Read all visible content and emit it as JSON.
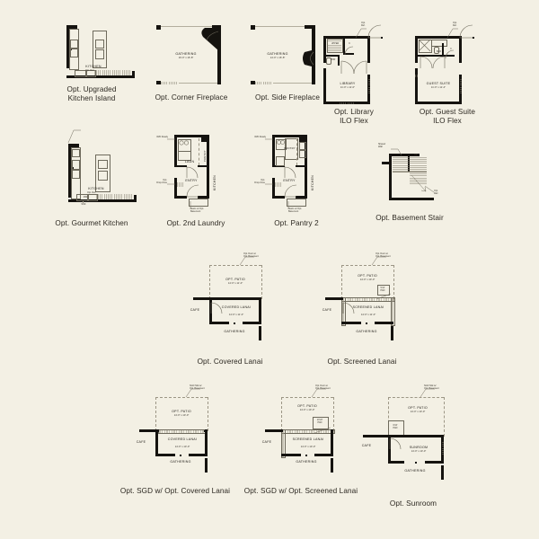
{
  "sheet": {
    "background_color": "#f3f0e4",
    "ink_color": "#15130f",
    "title": ""
  },
  "options": [
    {
      "id": "upgraded-kitchen-island",
      "caption": "Opt. Upgraded\nKitchen Island",
      "rooms": [
        {
          "label": "KITCHEN",
          "dim": ""
        }
      ],
      "notes": [
        "Opt. Ref."
      ]
    },
    {
      "id": "corner-fireplace",
      "caption": "Opt. Corner Fireplace",
      "rooms": [
        {
          "label": "GATHERING",
          "dim": "16'-0\" x 16'-8\""
        }
      ],
      "notes": []
    },
    {
      "id": "side-fireplace",
      "caption": "Opt. Side Fireplace",
      "rooms": [
        {
          "label": "GATHERING",
          "dim": "14'-0\" x 16'-8\""
        }
      ],
      "notes": []
    },
    {
      "id": "library-ilo-flex",
      "caption": "Opt. Library\nILO Flex",
      "rooms": [
        {
          "label": "LIBRARY",
          "dim": "11'-0\" x 11'-0\""
        }
      ],
      "notes": [
        "Opt.\nRef.",
        "UPPER",
        "C",
        "PDR"
      ]
    },
    {
      "id": "guest-suite-ilo-flex",
      "caption": "Opt. Guest Suite\nILO Flex",
      "rooms": [
        {
          "label": "GUEST SUITE",
          "dim": "11'-0\" x 11'-4\""
        }
      ],
      "notes": [
        "Opt.\nRef.",
        "Bath",
        "C"
      ]
    },
    {
      "id": "gourmet-kitchen",
      "caption": "Opt. Gourmet Kitchen",
      "rooms": [
        {
          "label": "KITCHEN",
          "dim": ""
        }
      ],
      "notes": [
        "Opt. Ref.",
        "MW",
        "SNK"
      ]
    },
    {
      "id": "second-laundry",
      "caption": "Opt. 2nd Laundry",
      "rooms": [
        {
          "label": "LAUN",
          "dim": ""
        },
        {
          "label": "ENTRY",
          "dim": ""
        },
        {
          "label": "KITCHEN",
          "dim": ""
        }
      ],
      "notes": [
        "W/D Ready",
        "Opt.\nDrop Zone",
        "Stairs w/ Opt.\nBasement"
      ]
    },
    {
      "id": "pantry-2",
      "caption": "Opt. Pantry 2",
      "rooms": [
        {
          "label": "PANTRY\n2",
          "dim": ""
        },
        {
          "label": "ENTRY",
          "dim": ""
        },
        {
          "label": "KITCHEN",
          "dim": ""
        }
      ],
      "notes": [
        "W/D Ready",
        "Opt.\nDrop Zone",
        "Stairs w/ Opt.\nBasement"
      ]
    },
    {
      "id": "basement-stair",
      "caption": "Opt. Basement Stair",
      "rooms": [],
      "notes": [
        "Shared\nWall",
        "UP",
        "Opt.\nRail"
      ]
    },
    {
      "id": "covered-lanai",
      "caption": "Opt. Covered Lanai",
      "rooms": [
        {
          "label": "OPT. PATIO",
          "dim": "14'-0\" x 11'-0\""
        },
        {
          "label": "COVERED\nLANAI",
          "dim": "14'-0\" x 11'-0\""
        },
        {
          "label": "CAFE",
          "dim": ""
        },
        {
          "label": "GATHERING",
          "dim": ""
        }
      ],
      "notes": [
        "Opt. Door at\nOpt. Basement"
      ]
    },
    {
      "id": "screened-lanai",
      "caption": "Opt. Screened Lanai",
      "rooms": [
        {
          "label": "OPT. PATIO",
          "dim": "14'-0\" x 10'-0\""
        },
        {
          "label": "SCREENED\nLANAI",
          "dim": "14'-0\" x 11'-0\""
        },
        {
          "label": "CAFE",
          "dim": ""
        },
        {
          "label": "GATHERING",
          "dim": ""
        }
      ],
      "notes": [
        "Opt. Door at\nOpt. Basement",
        "5'x6'\nPAD"
      ]
    },
    {
      "id": "sgd-covered-lanai",
      "caption": "Opt. SGD w/ Opt. Covered Lanai",
      "rooms": [
        {
          "label": "OPT. PATIO",
          "dim": "14'-0\" x 10'-0\""
        },
        {
          "label": "COVERED\nLANAI",
          "dim": "14'-0\" x 10'-0\""
        },
        {
          "label": "CAFE",
          "dim": ""
        },
        {
          "label": "GATHERING",
          "dim": ""
        }
      ],
      "notes": [
        "SGD Slid w/\nOpt. Basement"
      ]
    },
    {
      "id": "sgd-screened-lanai",
      "caption": "Opt. SGD w/ Opt. Screened Lanai",
      "rooms": [
        {
          "label": "OPT. PATIO",
          "dim": "14'-0\" x 10'-0\""
        },
        {
          "label": "SCREENED\nLANAI",
          "dim": "14'-0\" x 10'-0\""
        },
        {
          "label": "CAFE",
          "dim": ""
        },
        {
          "label": "GATHERING",
          "dim": ""
        }
      ],
      "notes": [
        "Opt. Door at\nOpt. Basement",
        "10'x8'\nPAD"
      ]
    },
    {
      "id": "sunroom",
      "caption": "Opt. Sunroom",
      "rooms": [
        {
          "label": "OPT. PATIO",
          "dim": "14'-0\" x 10'-0\""
        },
        {
          "label": "SUNROOM",
          "dim": "14'-0\" x 10'-0\""
        },
        {
          "label": "CAFE",
          "dim": ""
        },
        {
          "label": "GATHERING",
          "dim": ""
        }
      ],
      "notes": [
        "SGD Slid w/\nOpt. Basement",
        "6'x6'\nPAD"
      ]
    }
  ]
}
